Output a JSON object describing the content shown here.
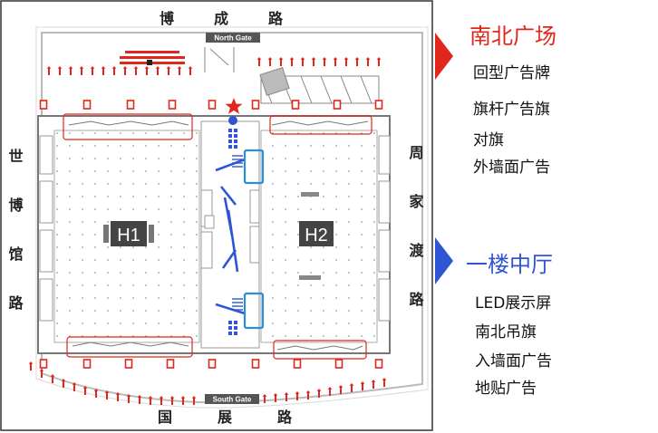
{
  "map": {
    "roads": {
      "north": "博成路",
      "south": "国展路",
      "west": "世博馆路",
      "east": "周家渡路"
    },
    "gates": {
      "north": "North Gate",
      "south": "South Gate"
    },
    "halls": {
      "h1": "H1",
      "h2": "H2"
    },
    "colors": {
      "ad_marker": "#e1261c",
      "highlight": "#2a8fd6",
      "display": "#2f55d4"
    }
  },
  "legend": {
    "square": {
      "title": "南北广场",
      "items": [
        "回型广告牌",
        "旗杆广告旗",
        "对旗",
        "外墙面广告"
      ]
    },
    "hall": {
      "title": "一楼中厅",
      "items": [
        "LED展示屏",
        "南北吊旗",
        "入墙面广告",
        "地贴广告"
      ]
    }
  }
}
